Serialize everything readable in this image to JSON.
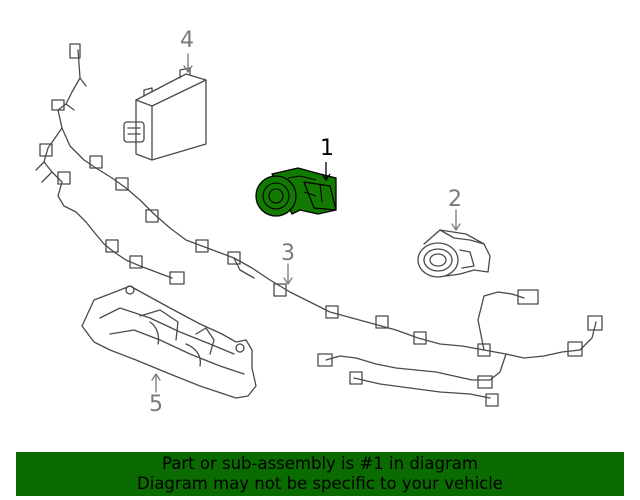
{
  "diagram": {
    "callouts": [
      {
        "id": "1",
        "label": "1",
        "part": "parking-sensor",
        "highlighted": true
      },
      {
        "id": "2",
        "label": "2",
        "part": "sensor-retainer",
        "highlighted": false
      },
      {
        "id": "3",
        "label": "3",
        "part": "wiring-harness",
        "highlighted": false
      },
      {
        "id": "4",
        "label": "4",
        "part": "control-module",
        "highlighted": false
      },
      {
        "id": "5",
        "label": "5",
        "part": "mounting-bracket",
        "highlighted": false
      }
    ],
    "colors": {
      "line": "#4a4a4a",
      "highlight_fill": "#127a00",
      "highlight_label": "#000000",
      "muted_label": "#7a7a7a"
    }
  },
  "banner": {
    "line1": "Part or sub-assembly is #1 in diagram",
    "line2": "Diagram may not be specific to your vehicle",
    "background": "#0a6b00"
  }
}
